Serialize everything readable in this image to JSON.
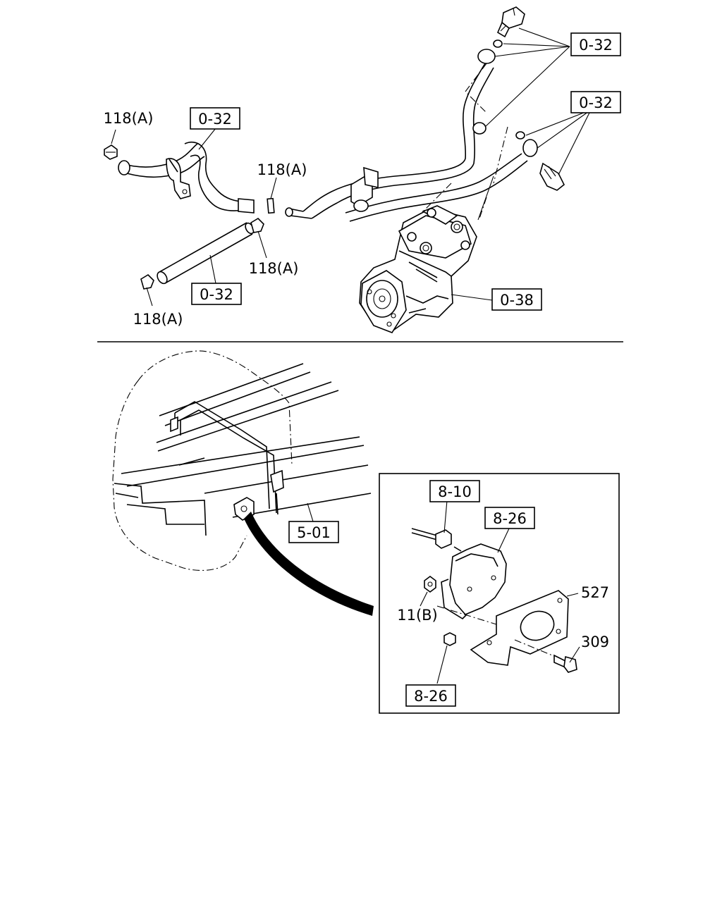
{
  "callouts": {
    "top_right_upper": "0-32",
    "top_right_lower": "0-32",
    "hose_upper_label": "0-32",
    "hose_lower_label": "0-32",
    "compressor_label": "0-38",
    "clamp_top_left": "118(A)",
    "clamp_middle_upper": "118(A)",
    "clamp_middle_lower": "118(A)",
    "clamp_bottom_left": "118(A)",
    "frame_label": "5-01",
    "sensor_connector": "8-10",
    "sensor_unit": "8-26",
    "sensor_nut": "8-26",
    "nut_11b": "11(B)",
    "bracket_527": "527",
    "bolt_309": "309"
  }
}
